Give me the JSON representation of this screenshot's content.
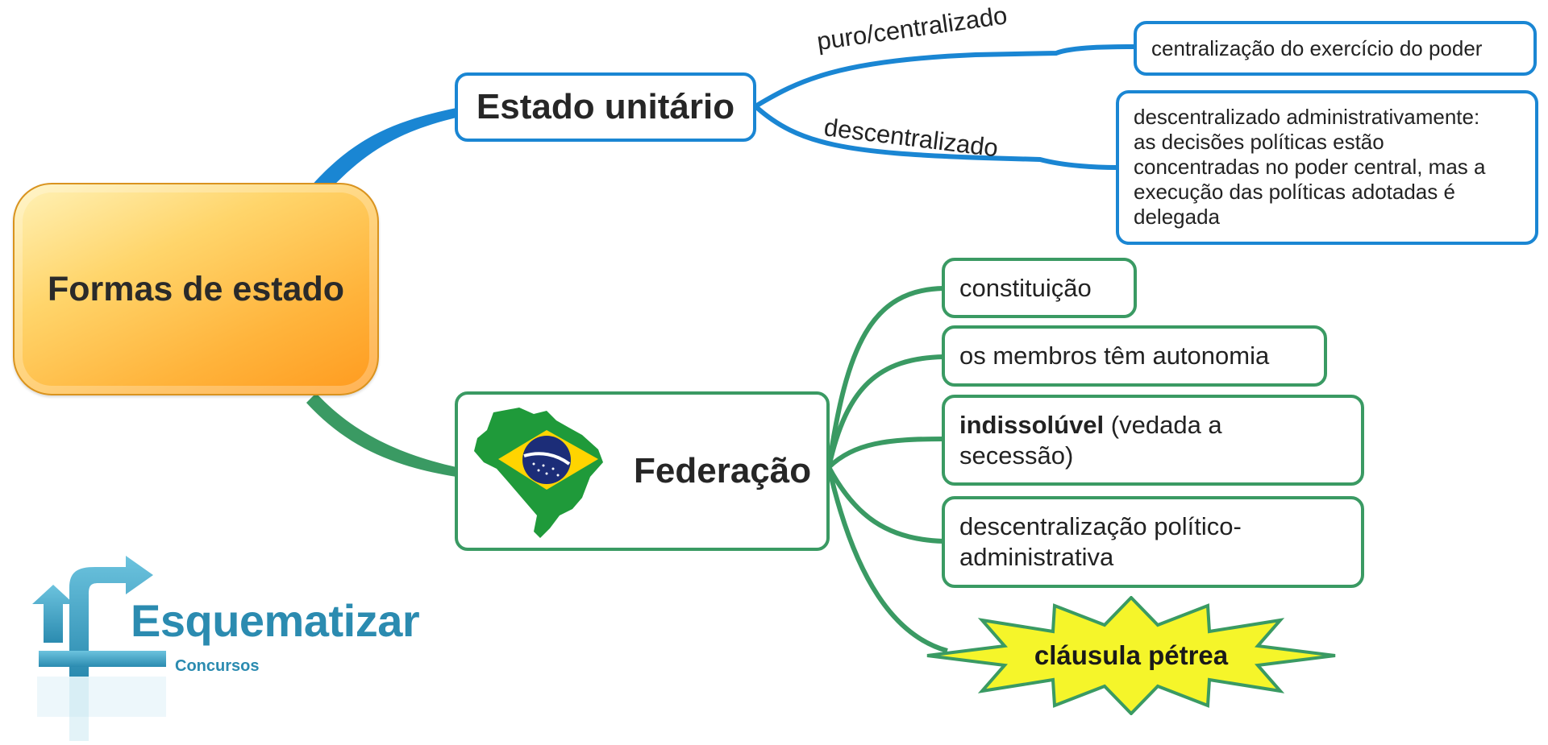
{
  "root": {
    "label": "Formas de estado"
  },
  "unitario": {
    "label": "Estado unitário",
    "edges": [
      "puro/centralizado",
      "descentralizado"
    ],
    "leaf1": "centralização do exercício do poder",
    "leaf2_lines": [
      "descentralizado administrativamente:",
      "as decisões políticas estão",
      "concentradas no poder central, mas a",
      "execução das políticas adotadas é",
      "delegada"
    ]
  },
  "federacao": {
    "label": "Federação",
    "leaves": {
      "constituicao": "constituição",
      "autonomia": "os membros têm autonomia",
      "indissoluvel_bold": "indissolúvel",
      "indissoluvel_rest": " (vedada a",
      "indissoluvel_line2": "secessão)",
      "descentralizacao_l1": "descentralização político-",
      "descentralizacao_l2": "administrativa",
      "clausula": "cláusula pétrea"
    }
  },
  "logo": {
    "name": "Esquematizar",
    "sub": "Concursos"
  },
  "colors": {
    "blue": "#1a86d3",
    "green": "#3a9a63",
    "burst_fill": "#f5f52a",
    "logo": "#2b8bb0"
  },
  "icons": {
    "flag_map": "brazil-flag-map-icon",
    "logo_arrow": "esquematizar-arrow-logo-icon"
  }
}
